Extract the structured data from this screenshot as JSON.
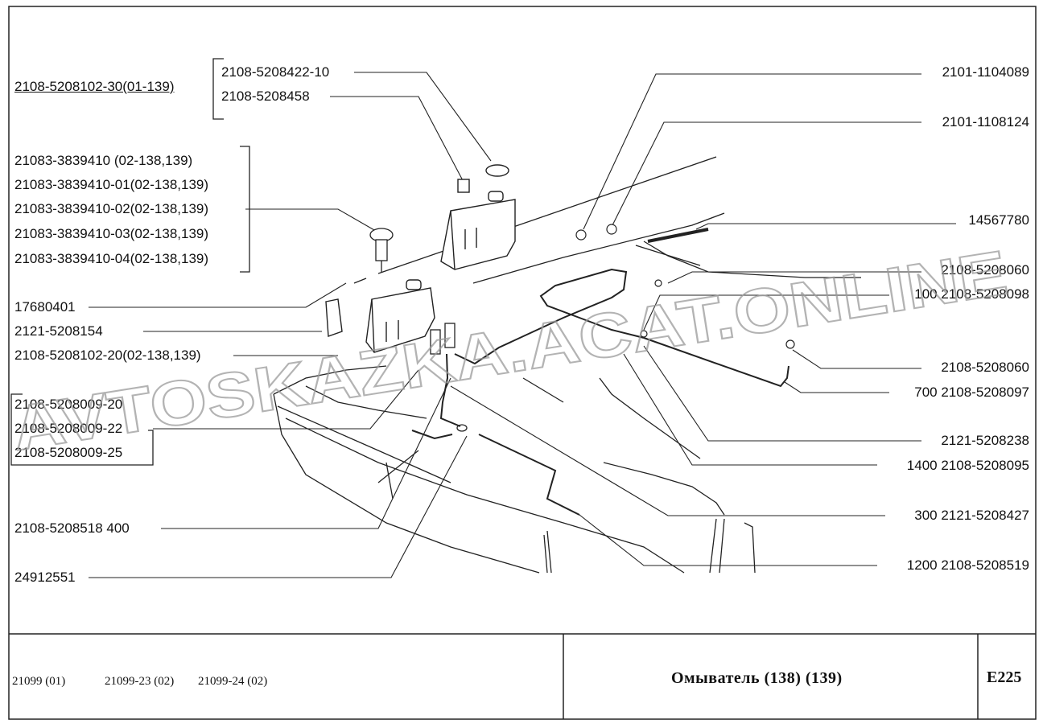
{
  "labels_left": [
    {
      "key": "l1",
      "text": "2108-5208102-30(01-139)"
    },
    {
      "key": "l2",
      "text": "21083-3839410      (02-138,139)"
    },
    {
      "key": "l3",
      "text": "21083-3839410-01(02-138,139)"
    },
    {
      "key": "l4",
      "text": "21083-3839410-02(02-138,139)"
    },
    {
      "key": "l5",
      "text": "21083-3839410-03(02-138,139)"
    },
    {
      "key": "l6",
      "text": "21083-3839410-04(02-138,139)"
    },
    {
      "key": "l7",
      "text": "17680401"
    },
    {
      "key": "l8",
      "text": "2121-5208154"
    },
    {
      "key": "l9",
      "text": "2108-5208102-20(02-138,139)"
    },
    {
      "key": "l10",
      "text": "2108-5208009-20"
    },
    {
      "key": "l11",
      "text": "2108-5208009-22"
    },
    {
      "key": "l12",
      "text": "2108-5208009-25"
    },
    {
      "key": "l13",
      "text": "2108-5208518  400"
    },
    {
      "key": "l14",
      "text": "24912551"
    }
  ],
  "labels_top": [
    {
      "key": "t1",
      "text": "2108-5208422-10"
    },
    {
      "key": "t2",
      "text": "2108-5208458"
    }
  ],
  "labels_right": [
    {
      "key": "r1",
      "text": "2101-1104089"
    },
    {
      "key": "r2",
      "text": "2101-1108124"
    },
    {
      "key": "r3",
      "text": "14567780"
    },
    {
      "key": "r4",
      "text": "2108-5208060"
    },
    {
      "key": "r5",
      "text": "100  2108-5208098"
    },
    {
      "key": "r6",
      "text": "2108-5208060"
    },
    {
      "key": "r7",
      "text": "700  2108-5208097"
    },
    {
      "key": "r8",
      "text": "2121-5208238"
    },
    {
      "key": "r9",
      "text": "1400  2108-5208095"
    },
    {
      "key": "r10",
      "text": "300  2121-5208427"
    },
    {
      "key": "r11",
      "text": "1200  2108-5208519"
    }
  ],
  "footer": {
    "models": [
      "21099 (01)",
      "21099-23 (02)",
      "21099-24 (02)"
    ],
    "title": "Омыватель (138) (139)",
    "code": "E225"
  },
  "watermark": "AVTOSKAZKA.ACAT.ONLINE",
  "colors": {
    "ink": "#111111",
    "watermark": "#d8d8d8"
  }
}
